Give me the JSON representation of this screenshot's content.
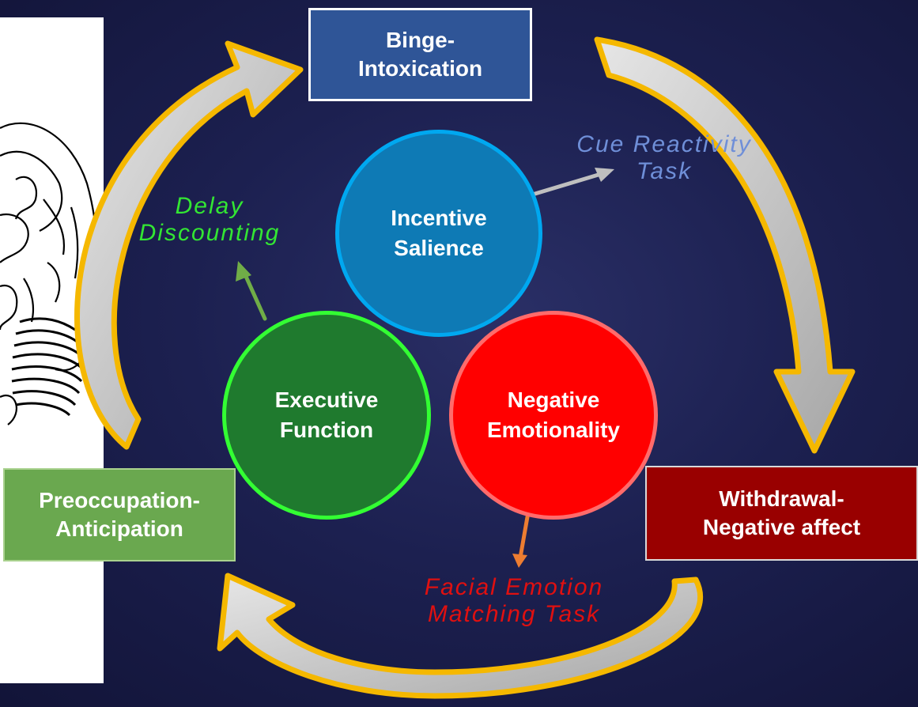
{
  "stages": {
    "binge": {
      "label": "Binge-\nIntoxication",
      "color": "#2f5597"
    },
    "withdrawal": {
      "label": "Withdrawal-\nNegative affect",
      "color": "#990000"
    },
    "preoccupation": {
      "label": "Preoccupation-\nAnticipation",
      "color": "#6aa84f"
    }
  },
  "domains": {
    "incentive": {
      "label": "Incentive\nSalience",
      "color": "#0e7ab5",
      "border": "#00a8f0"
    },
    "executive": {
      "label": "Executive\nFunction",
      "color": "#1f7a2e",
      "border": "#33ff33"
    },
    "negative": {
      "label": "Negative\nEmotionality",
      "color": "#ff0000",
      "border": "#ff6b6b"
    }
  },
  "tasks": {
    "cue": {
      "label": "Cue Reactivity\nTask",
      "color": "#6f8fd8"
    },
    "delay": {
      "label": "Delay\nDiscounting",
      "color": "#33e633"
    },
    "facial": {
      "label": "Facial Emotion\nMatching Task",
      "color": "#e01010"
    }
  },
  "arrow_color": "#f5b800"
}
